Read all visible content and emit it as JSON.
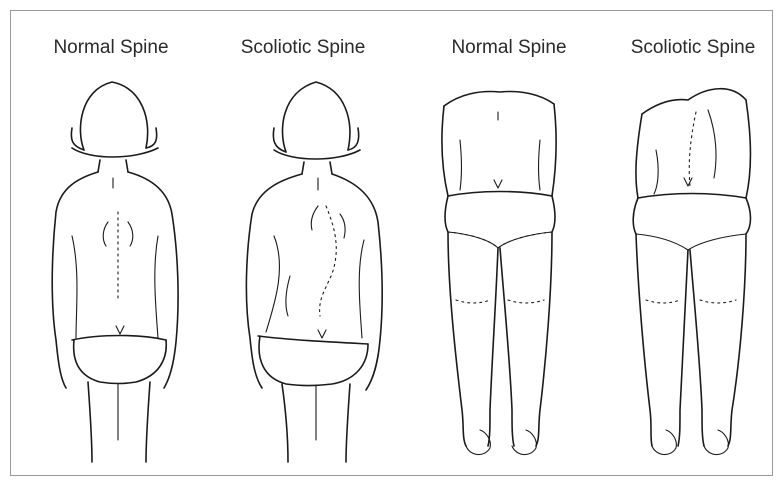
{
  "figures": [
    {
      "label": "Normal Spine",
      "view": "standing-back"
    },
    {
      "label": "Scoliotic Spine",
      "view": "standing-back"
    },
    {
      "label": "Normal Spine",
      "view": "forward-bend-back"
    },
    {
      "label": "Scoliotic Spine",
      "view": "forward-bend-back"
    }
  ]
}
